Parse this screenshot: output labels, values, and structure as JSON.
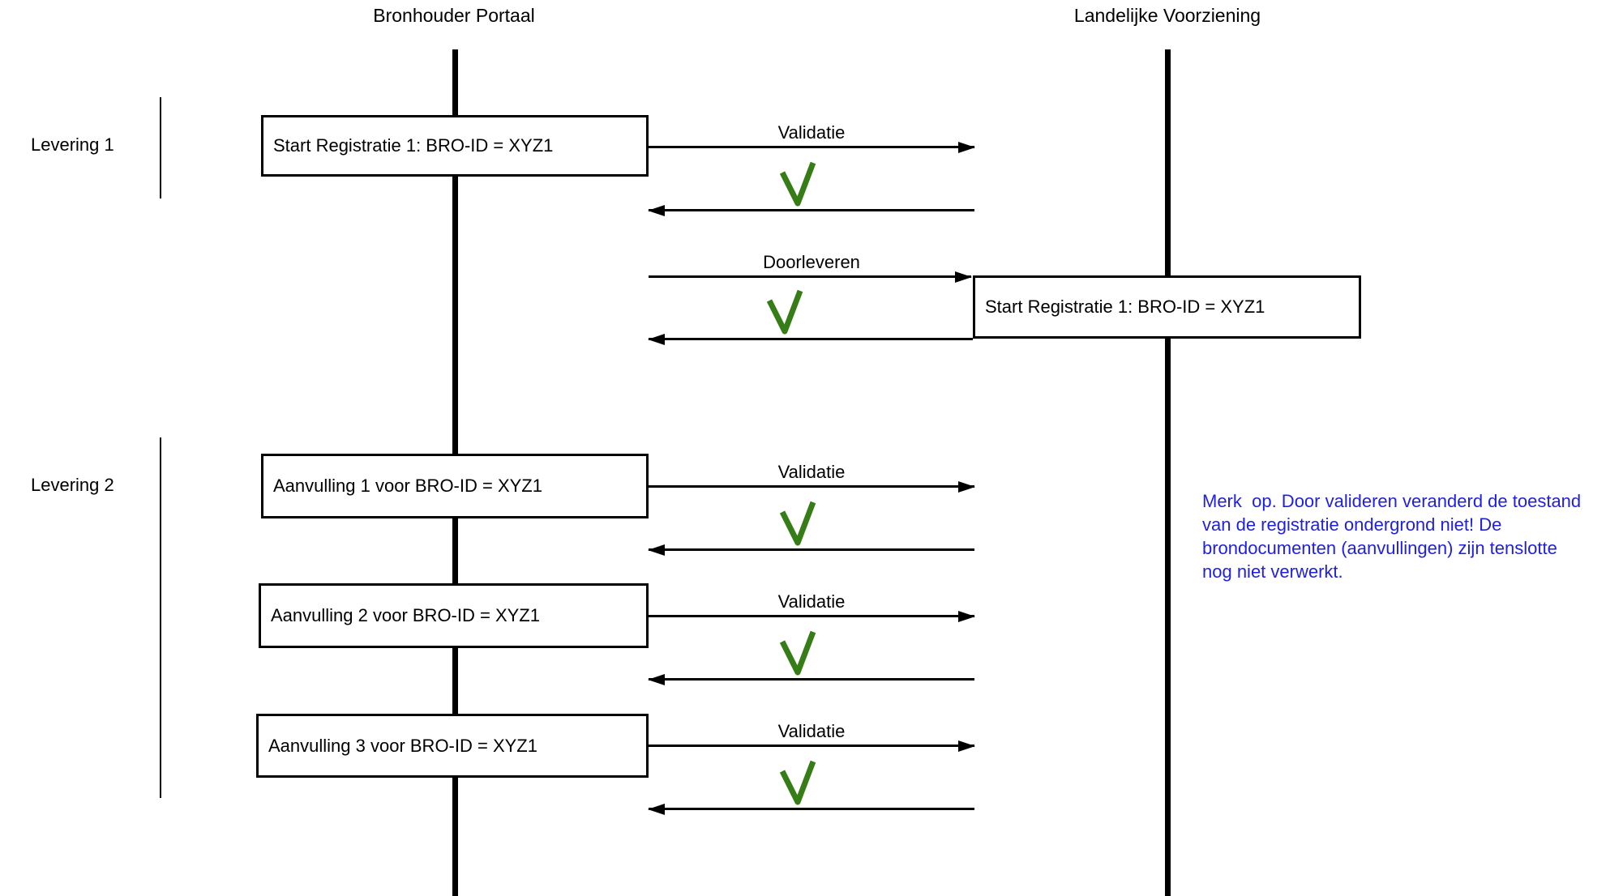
{
  "actors": {
    "left": "Bronhouder Portaal",
    "right": "Landelijke Voorziening"
  },
  "groups": {
    "levering1": "Levering 1",
    "levering2": "Levering 2"
  },
  "boxes": {
    "start_left": "Start Registratie 1: BRO-ID = XYZ1",
    "start_right": "Start Registratie 1: BRO-ID = XYZ1",
    "aanvulling1": "Aanvulling 1 voor BRO-ID = XYZ1",
    "aanvulling2": "Aanvulling 2 voor BRO-ID = XYZ1",
    "aanvulling3": "Aanvulling 3 voor BRO-ID = XYZ1"
  },
  "labels": {
    "validatie": "Validatie",
    "doorleveren": "Doorleveren"
  },
  "icons": {
    "success_check": "green-check"
  },
  "note": {
    "lines": [
      "Merk  op. Door valideren veranderd de toestand",
      "van de registratie ondergrond niet! De",
      "brondocumenten (aanvullingen) zijn tenslotte",
      "nog niet verwerkt."
    ]
  },
  "colors": {
    "line": "#000000",
    "check_green": "#377d17",
    "note_blue": "#1f1fe0"
  }
}
